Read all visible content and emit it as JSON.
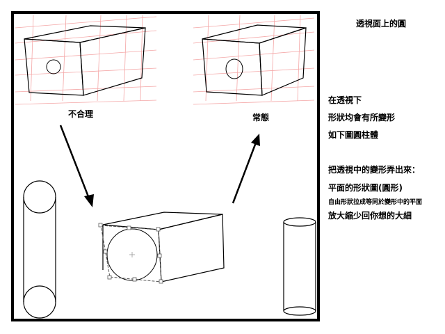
{
  "title": "透視面上的圓",
  "labels": {
    "unreasonable": "不合理",
    "normal": "常態"
  },
  "notes": [
    "在透視下",
    "形狀均會有所變形",
    "如下圖圓柱體",
    "把透視中的變形弄出來：",
    "平面的形狀圖(圓形)",
    "自由形狀拉成等同於變形中的平面",
    "放大縮少回你想的大細"
  ],
  "colors": {
    "ink": "#000000",
    "perspective_grid": "#f4a6a6",
    "selection": "#555555"
  }
}
